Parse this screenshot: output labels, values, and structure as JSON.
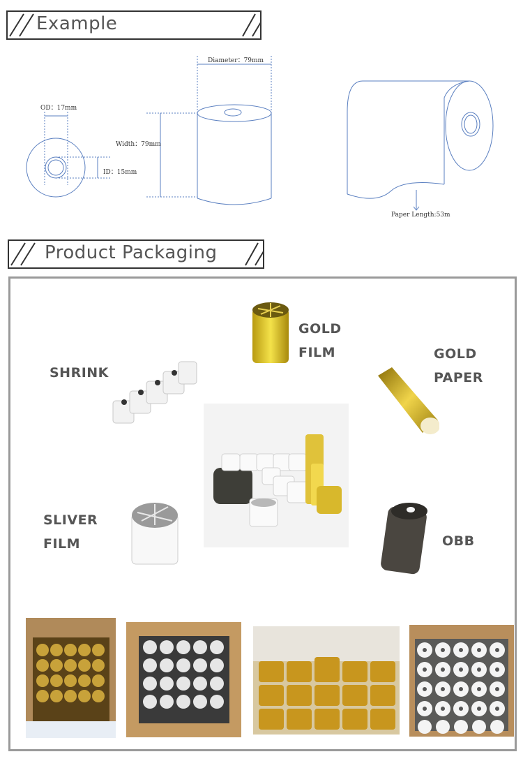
{
  "sections": {
    "example_title": "Example",
    "packaging_title": "Product Packaging"
  },
  "diagram": {
    "od": "OD：17mm",
    "id": "ID：15mm",
    "width": "Width：79mm",
    "diameter": "Diameter：79mm",
    "paper_length": "Paper Length:53m"
  },
  "packaging": {
    "gold_film": "GOLD\nFILM",
    "shrink": "SHRINK",
    "gold_paper": "GOLD\nPAPER",
    "sliver_film": "SLIVER\nFILM",
    "obb": "OBB"
  },
  "colors": {
    "line": "#5a7fc0",
    "gold": "#d9b52a",
    "banner_border": "#333333",
    "frame_border": "#9a9a9a"
  }
}
